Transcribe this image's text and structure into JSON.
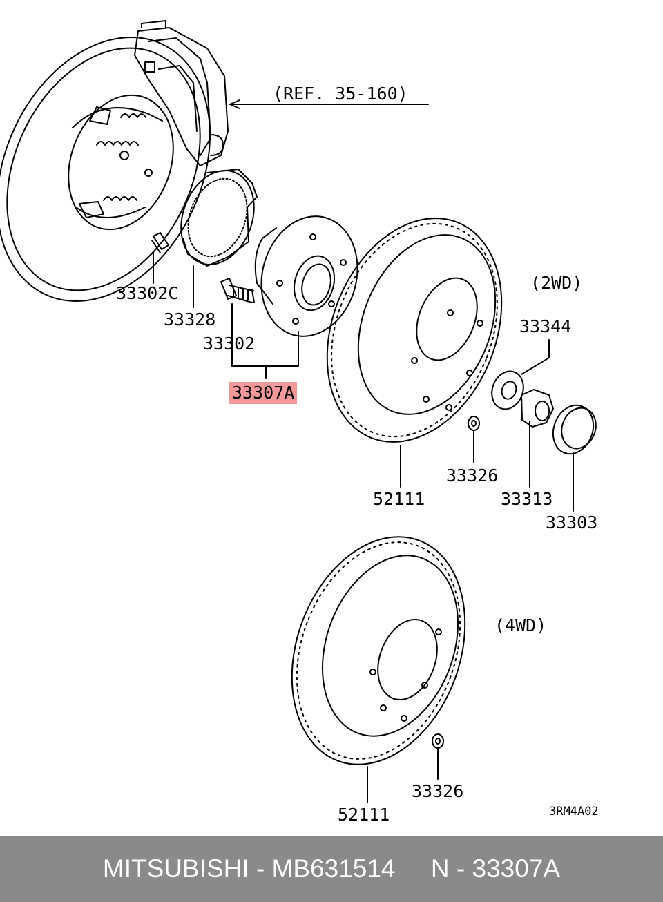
{
  "labels": {
    "ref": "(REF. 35-160)",
    "p33302c": "33302C",
    "p33328": "33328",
    "p33302": "33302",
    "p33307a": "33307A",
    "wd2": "(2WD)",
    "p33344": "33344",
    "p33326a": "33326",
    "p52111a": "52111",
    "p33313": "33313",
    "p33303": "33303",
    "wd4": "(4WD)",
    "p52111b": "52111",
    "p33326b": "33326",
    "code": "3RM4A02"
  },
  "footer": {
    "text": "MITSUBISHI - MB631514     N - 33307A"
  },
  "colors": {
    "highlight": "#f4999a",
    "footer_bg": "#8a8a8a",
    "line": "#000000"
  }
}
